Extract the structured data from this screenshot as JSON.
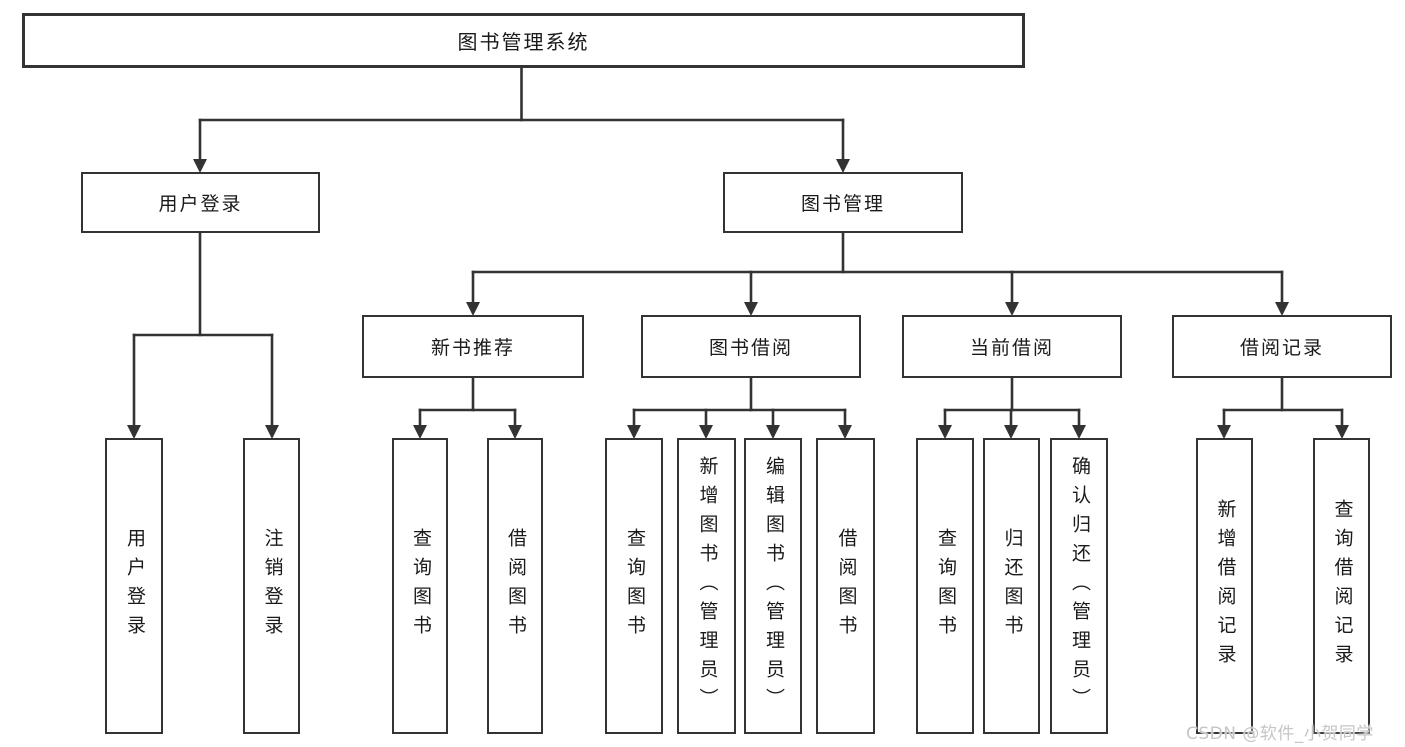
{
  "tree": {
    "label": "图书管理系统",
    "children": [
      {
        "label": "用户登录",
        "children": [
          {
            "label": "用户登录"
          },
          {
            "label": "注销登录"
          }
        ]
      },
      {
        "label": "图书管理",
        "children": [
          {
            "label": "新书推荐",
            "children": [
              {
                "label": "查询图书"
              },
              {
                "label": "借阅图书"
              }
            ]
          },
          {
            "label": "图书借阅",
            "children": [
              {
                "label": "查询图书"
              },
              {
                "label": "新增图书（管理员）"
              },
              {
                "label": "编辑图书（管理员）"
              },
              {
                "label": "借阅图书"
              }
            ]
          },
          {
            "label": "当前借阅",
            "children": [
              {
                "label": "查询图书"
              },
              {
                "label": "归还图书"
              },
              {
                "label": "确认归还（管理员）"
              }
            ]
          },
          {
            "label": "借阅记录",
            "children": [
              {
                "label": "新增借阅记录"
              },
              {
                "label": "查询借阅记录"
              }
            ]
          }
        ]
      }
    ]
  },
  "watermark": "CSDN @软件_小贺同学",
  "colors": {
    "line": "#333333",
    "box_border": "#333333",
    "text": "#1a1a1a",
    "watermark": "#c6c6c6",
    "background": "#ffffff"
  }
}
